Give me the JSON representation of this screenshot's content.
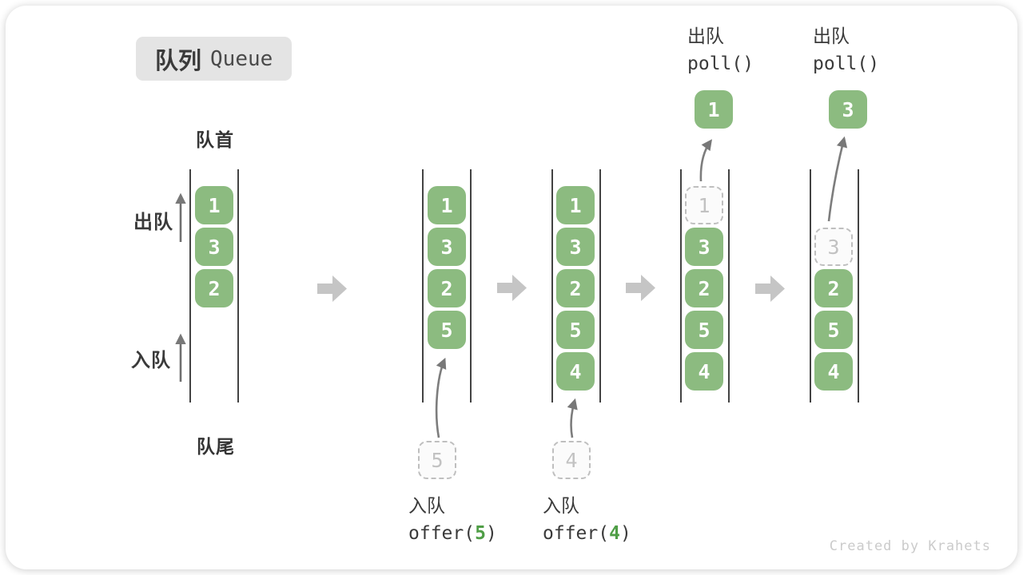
{
  "title": {
    "zh": "队列",
    "en": "Queue"
  },
  "labels": {
    "front": "队首",
    "rear": "队尾",
    "dequeue_side": "出队",
    "enqueue_side": "入队"
  },
  "operations": {
    "enqueue5": {
      "name": "入队",
      "call_open": "offer(",
      "arg": "5",
      "call_close": ")"
    },
    "enqueue4": {
      "name": "入队",
      "call_open": "offer(",
      "arg": "4",
      "call_close": ")"
    },
    "poll1": {
      "name": "出队",
      "call": "poll()"
    },
    "poll2": {
      "name": "出队",
      "call": "poll()"
    }
  },
  "floating": {
    "polled_1": "1",
    "polled_2": "3",
    "incoming_5": "5",
    "incoming_4": "4"
  },
  "states": [
    {
      "cells": [
        {
          "v": "1"
        },
        {
          "v": "3"
        },
        {
          "v": "2"
        }
      ]
    },
    {
      "cells": [
        {
          "v": "1"
        },
        {
          "v": "3"
        },
        {
          "v": "2"
        },
        {
          "v": "5"
        }
      ]
    },
    {
      "cells": [
        {
          "v": "1"
        },
        {
          "v": "3"
        },
        {
          "v": "2"
        },
        {
          "v": "5"
        },
        {
          "v": "4"
        }
      ]
    },
    {
      "cells": [
        {
          "v": "1",
          "ghost": true
        },
        {
          "v": "3"
        },
        {
          "v": "2"
        },
        {
          "v": "5"
        },
        {
          "v": "4"
        }
      ]
    },
    {
      "cells": [
        {
          "v": "3",
          "ghost": true
        },
        {
          "v": "2"
        },
        {
          "v": "5"
        },
        {
          "v": "4"
        }
      ]
    }
  ],
  "watermark": "Created by Krahets",
  "colors": {
    "block_green": "#8cbb80",
    "arg_green": "#4f9e46",
    "fat_arrow_gray": "#c5c5c5",
    "line_gray": "#434343"
  }
}
